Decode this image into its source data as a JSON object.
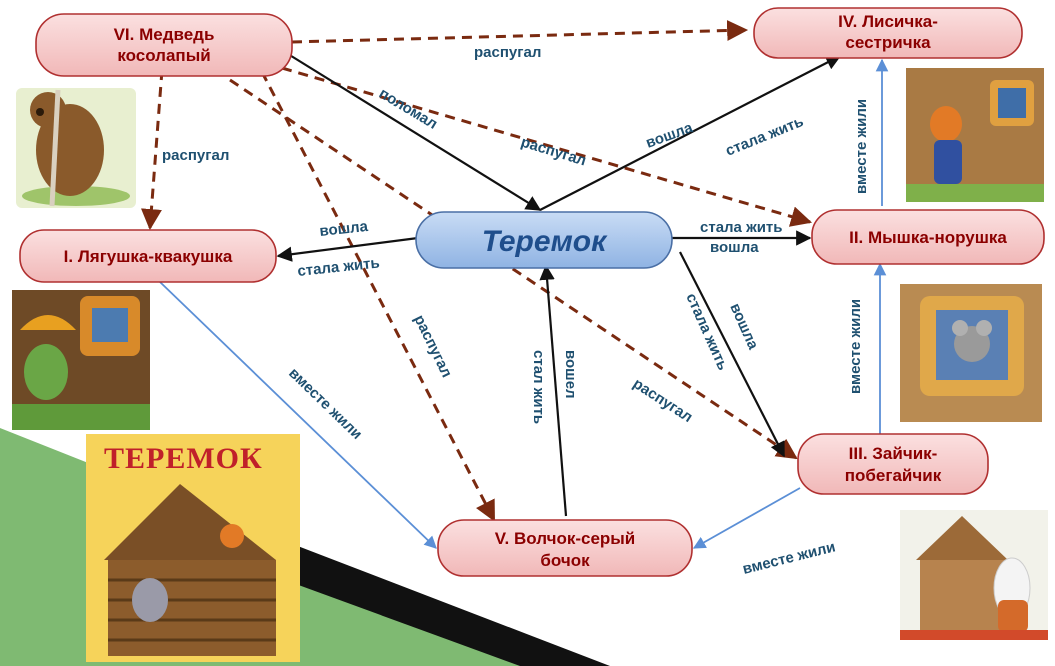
{
  "center": {
    "label": "Теремок"
  },
  "nodes": {
    "bear": {
      "lines": [
        "VI. Медведь",
        "косолапый"
      ]
    },
    "fox": {
      "lines": [
        "IV. Лисичка-",
        "сестричка"
      ]
    },
    "frog": {
      "lines": [
        "I. Лягушка-квакушка"
      ]
    },
    "mouse": {
      "lines": [
        "II. Мышка-норушка"
      ]
    },
    "hare": {
      "lines": [
        "III. Зайчик-",
        "побегайчик"
      ]
    },
    "wolf": {
      "lines": [
        "V. Волчок-серый",
        "бочок"
      ]
    }
  },
  "edge_labels": {
    "bear_fox": "распугал",
    "bear_center": "поломал",
    "bear_frog": "распугал",
    "bear_mouse": "распугал",
    "bear_wolf": "распугал",
    "bear_hare": "распугал",
    "center_fox_went": "вошла",
    "center_fox_lived": "стала жить",
    "frog_center_went": "вошла",
    "frog_center_lived": "стала жить",
    "center_mouse_lived": "стала жить",
    "center_mouse_went": "вошла",
    "center_hare_lived": "стала жить",
    "center_hare_went": "вошла",
    "wolf_center_went": "вошел",
    "wolf_center_lived": "стал жить",
    "frog_wolf": "вместе жили",
    "hare_wolf": "вместе жили",
    "mouse_fox": "вместе жили",
    "hare_mouse": "вместе жили"
  },
  "book": {
    "title": "ТЕРЕМОК"
  },
  "colors": {
    "node_fill": "#f4c4c4",
    "node_stroke": "#b03030",
    "center_fill": "#a9c8ee",
    "center_stroke": "#4a6fa5",
    "dashed_arrow": "#7a2a10",
    "solid_arrow": "#111111",
    "blue_arrow": "#5b8fd6",
    "green_triangle": "#7fba72"
  }
}
